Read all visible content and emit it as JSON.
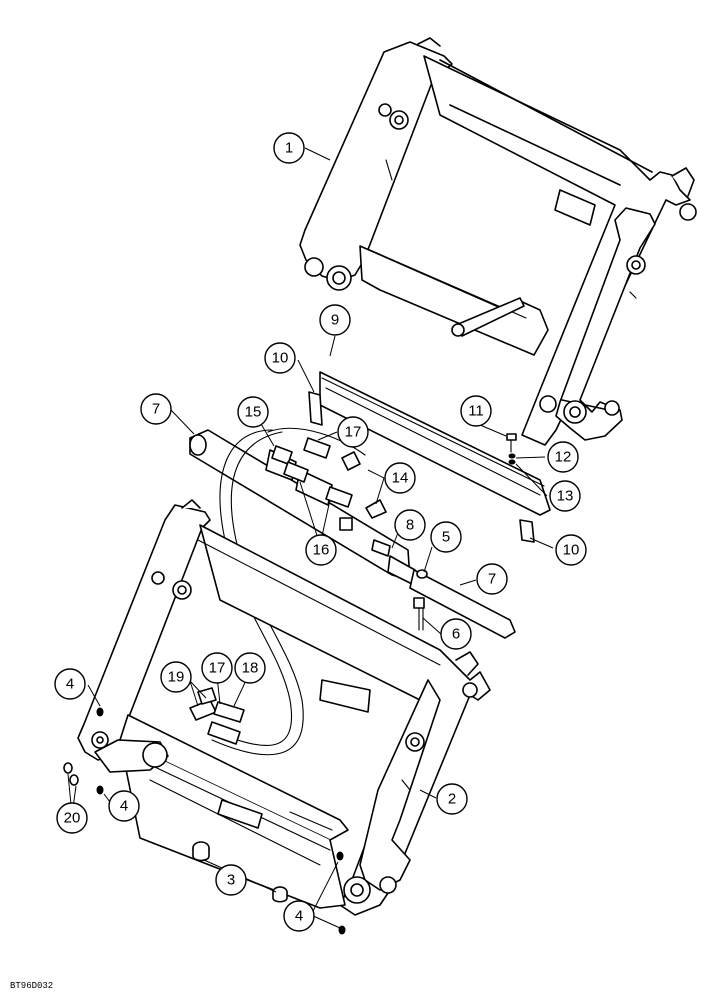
{
  "figure_code": "BT96D032",
  "callouts": {
    "c1": "1",
    "c2": "2",
    "c3": "3",
    "c4a": "4",
    "c4b": "4",
    "c4c": "4",
    "c5": "5",
    "c6": "6",
    "c7a": "7",
    "c7b": "7",
    "c8": "8",
    "c9": "9",
    "c10a": "10",
    "c10b": "10",
    "c11": "11",
    "c12": "12",
    "c13": "13",
    "c14": "14",
    "c15": "15",
    "c16": "16",
    "c17a": "17",
    "c17b": "17",
    "c18": "18",
    "c19": "19",
    "c20": "20"
  }
}
